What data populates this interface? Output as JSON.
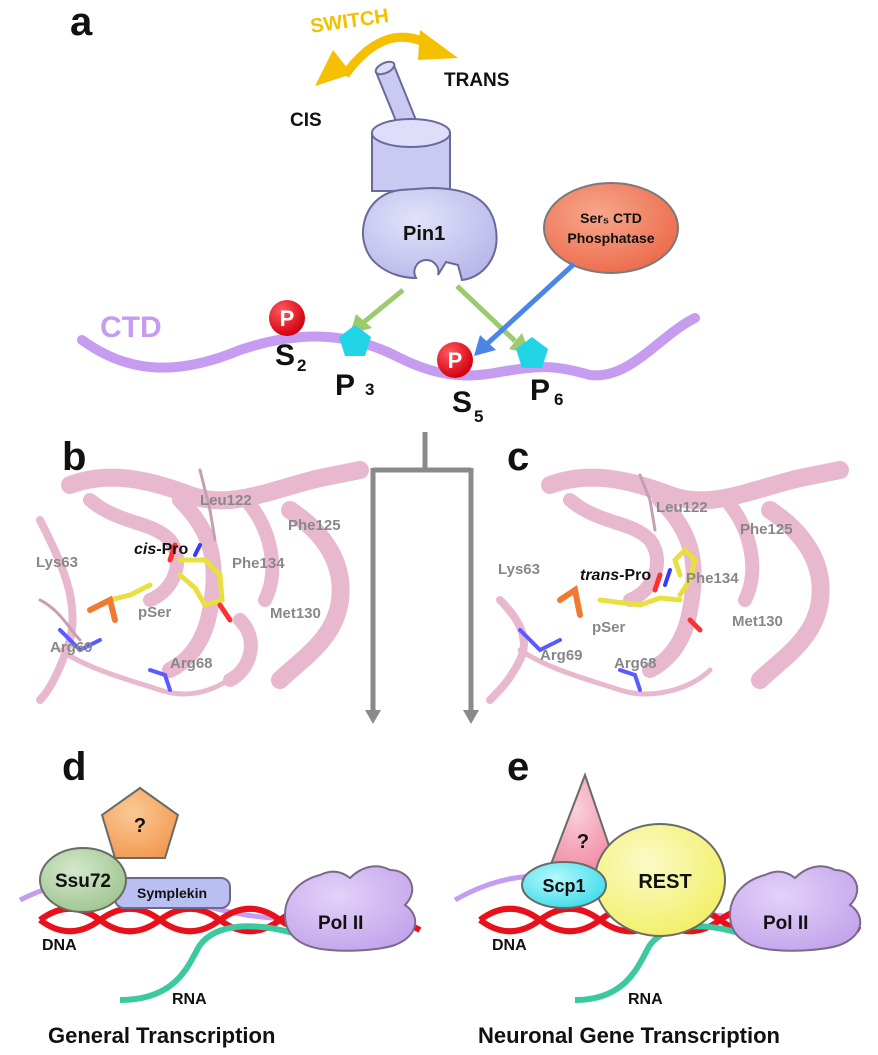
{
  "panels": {
    "a": {
      "letter": "a",
      "switch": "SWITCH",
      "cis": "CIS",
      "trans": "TRANS",
      "pin1": "Pin1",
      "phosphatase_l1": "Ser₅ CTD",
      "phosphatase_l2": "Phosphatase",
      "ctd": "CTD",
      "phospho": "P",
      "residues": [
        {
          "main": "S",
          "sub": "2"
        },
        {
          "main": "P",
          "sub": "3"
        },
        {
          "main": "S",
          "sub": "5"
        },
        {
          "main": "P",
          "sub": "6"
        }
      ]
    },
    "b": {
      "letter": "b",
      "pro_italic": "cis",
      "pro_rest": "-Pro",
      "labels": [
        "Leu122",
        "Phe125",
        "Lys63",
        "Phe134",
        "pSer",
        "Met130",
        "Arg69",
        "Arg68"
      ]
    },
    "c": {
      "letter": "c",
      "pro_italic": "trans",
      "pro_rest": "-Pro",
      "labels": [
        "Leu122",
        "Phe125",
        "Lys63",
        "Phe134",
        "pSer",
        "Met130",
        "Arg69",
        "Arg68"
      ]
    },
    "d": {
      "letter": "d",
      "question": "?",
      "ssu72": "Ssu72",
      "symplekin": "Symplekin",
      "pol2": "Pol II",
      "dna": "DNA",
      "rna": "RNA",
      "caption": "General Transcription"
    },
    "e": {
      "letter": "e",
      "question": "?",
      "scp1": "Scp1",
      "rest": "REST",
      "pol2": "Pol II",
      "dna": "DNA",
      "rna": "RNA",
      "caption": "Neuronal Gene Transcription"
    }
  },
  "colors": {
    "ctd": "#c69cf0",
    "phospho": "#e8101a",
    "proline": "#22d4e8",
    "pin1": "#c9c9f2",
    "phosphatase": "#f28a6a",
    "switch_arrow": "#f5c000",
    "green_arrow": "#9cca6e",
    "blue_arrow": "#4a86e8",
    "dna": "#e8101a",
    "rna": "#3cc9a0",
    "ribbon": "#e8b8cf"
  }
}
